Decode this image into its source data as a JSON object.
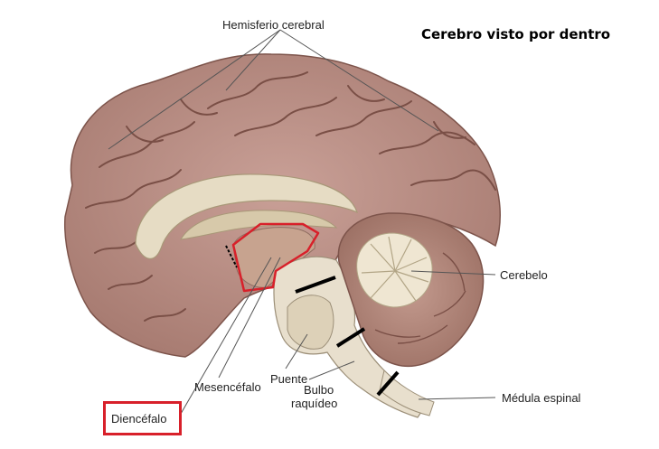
{
  "title": "Cerebro visto por dentro",
  "labels": {
    "hemisferio": "Hemisferio cerebral",
    "cerebelo": "Cerebelo",
    "puente": "Puente",
    "mesencefalo": "Mesencéfalo",
    "bulbo_line1": "Bulbo",
    "bulbo_line2": "raquídeo",
    "medula": "Médula espinal",
    "diencefalo": "Diencéfalo"
  },
  "colors": {
    "cortex": "#b98e84",
    "cortex_dark": "#8a5f56",
    "white_matter": "#e6dcc4",
    "highlight": "#d8202a",
    "leader": "#555555"
  },
  "icons": [
    "brain-sagittal-illustration"
  ]
}
